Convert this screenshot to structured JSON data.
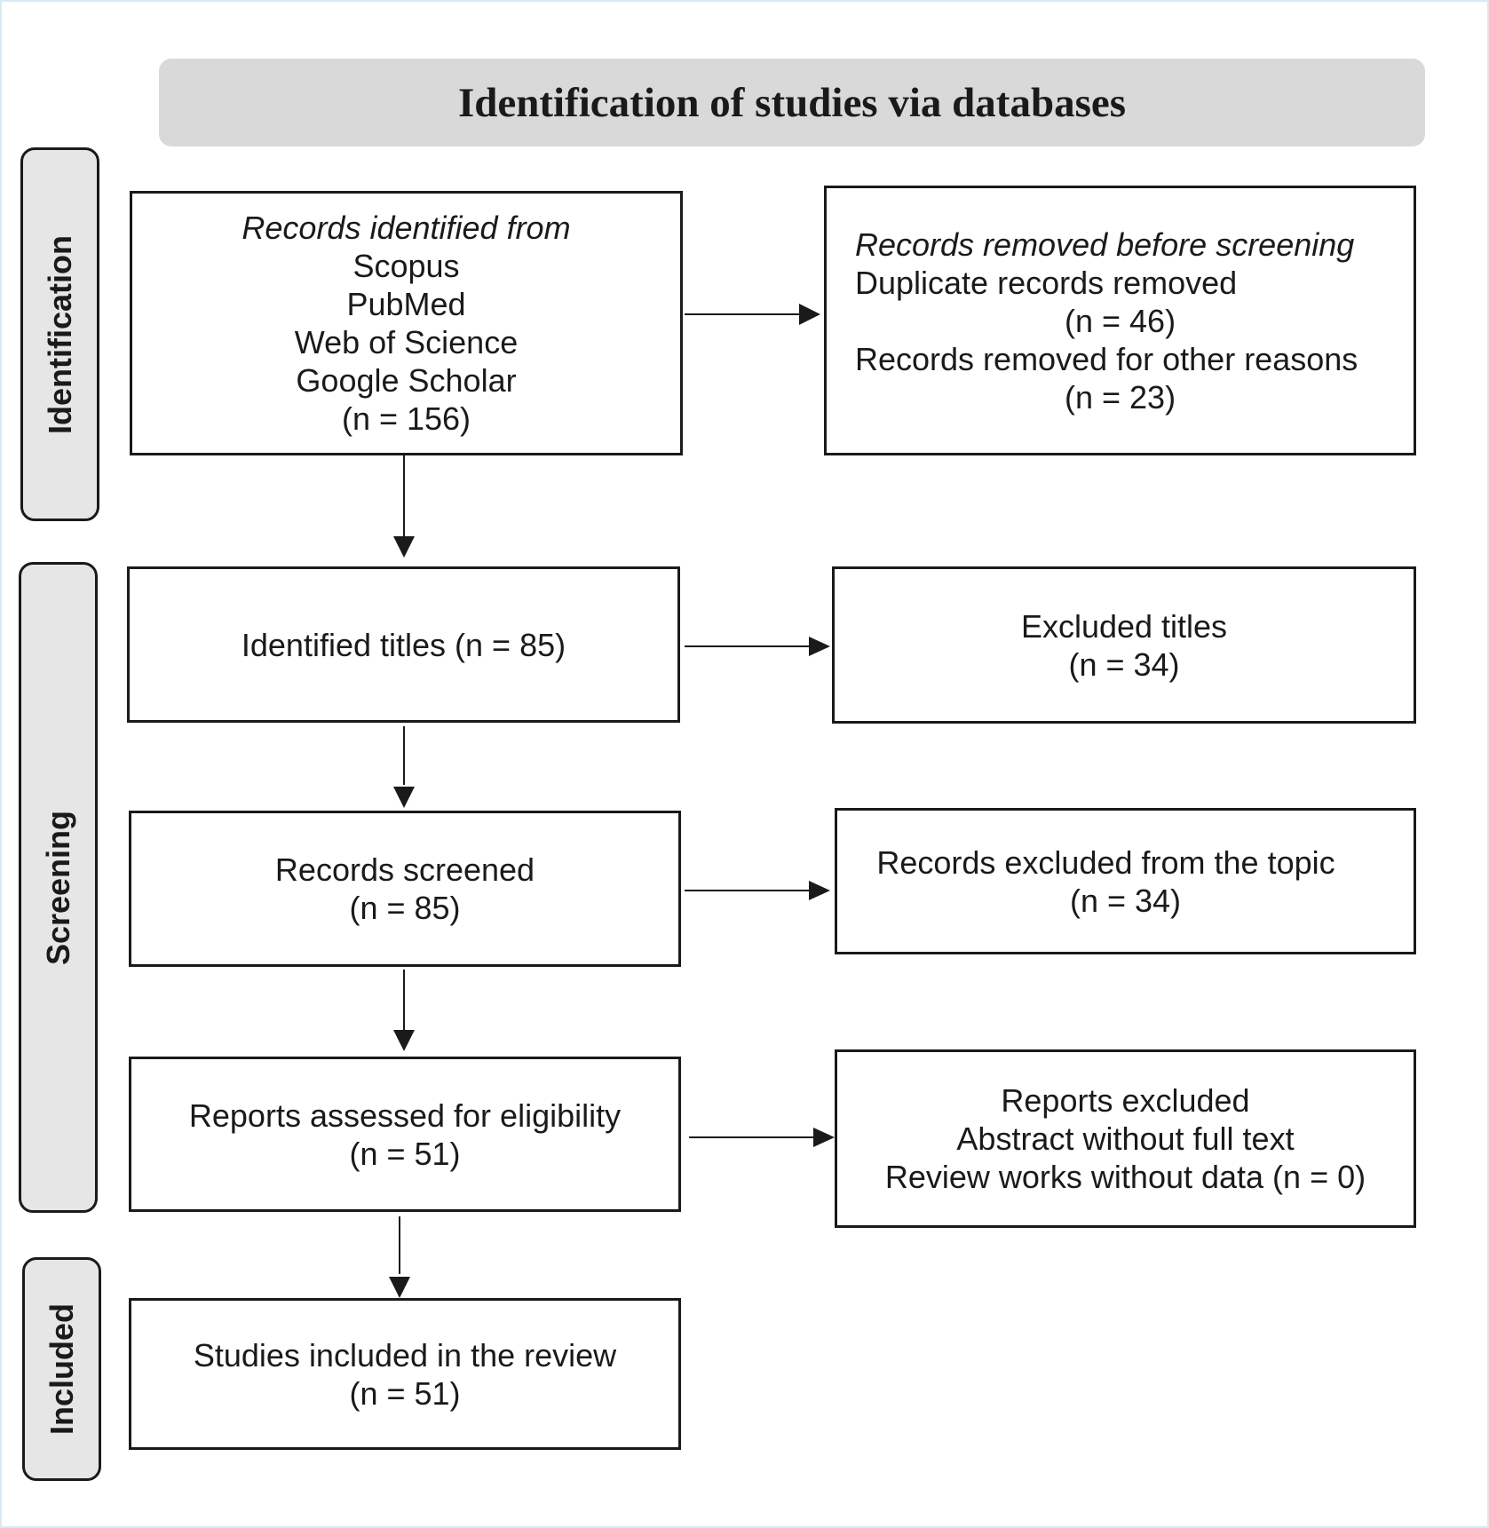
{
  "header": {
    "title": "Identification of studies via databases"
  },
  "phases": {
    "identification": "Identification",
    "screening": "Screening",
    "included": "Included"
  },
  "identification": {
    "records_identified": {
      "heading": "Records identified from",
      "sources": [
        "Scopus",
        "PubMed",
        "Web of Science",
        "Google Scholar"
      ],
      "count": "(n = 156)"
    },
    "records_removed": {
      "heading": "Records removed before screening",
      "duplicates_label": "Duplicate records removed",
      "duplicates_count": "(n = 46)",
      "other_label": "Records removed for other reasons",
      "other_count": "(n = 23)"
    }
  },
  "screening": {
    "identified_titles": {
      "label": "Identified titles (n = 85)"
    },
    "excluded_titles": {
      "label": "Excluded titles",
      "count": "(n = 34)"
    },
    "records_screened": {
      "label": "Records screened",
      "count": "(n = 85)"
    },
    "records_excluded_topic": {
      "label": "Records excluded from the topic",
      "count": "(n = 34)"
    },
    "reports_assessed": {
      "label": "Reports assessed for eligibility",
      "count": "(n = 51)"
    },
    "reports_excluded": {
      "label": "Reports excluded",
      "reason1": "Abstract without full text",
      "reason2": "Review works without data (n = 0)"
    }
  },
  "included": {
    "studies_included": {
      "label": "Studies included in the review",
      "count": "(n = 51)"
    }
  },
  "colors": {
    "banner": "#d9d9d9",
    "side_tab": "#e6e6e6",
    "stroke": "#1a1a1a",
    "frame": "#d7eaf4"
  }
}
